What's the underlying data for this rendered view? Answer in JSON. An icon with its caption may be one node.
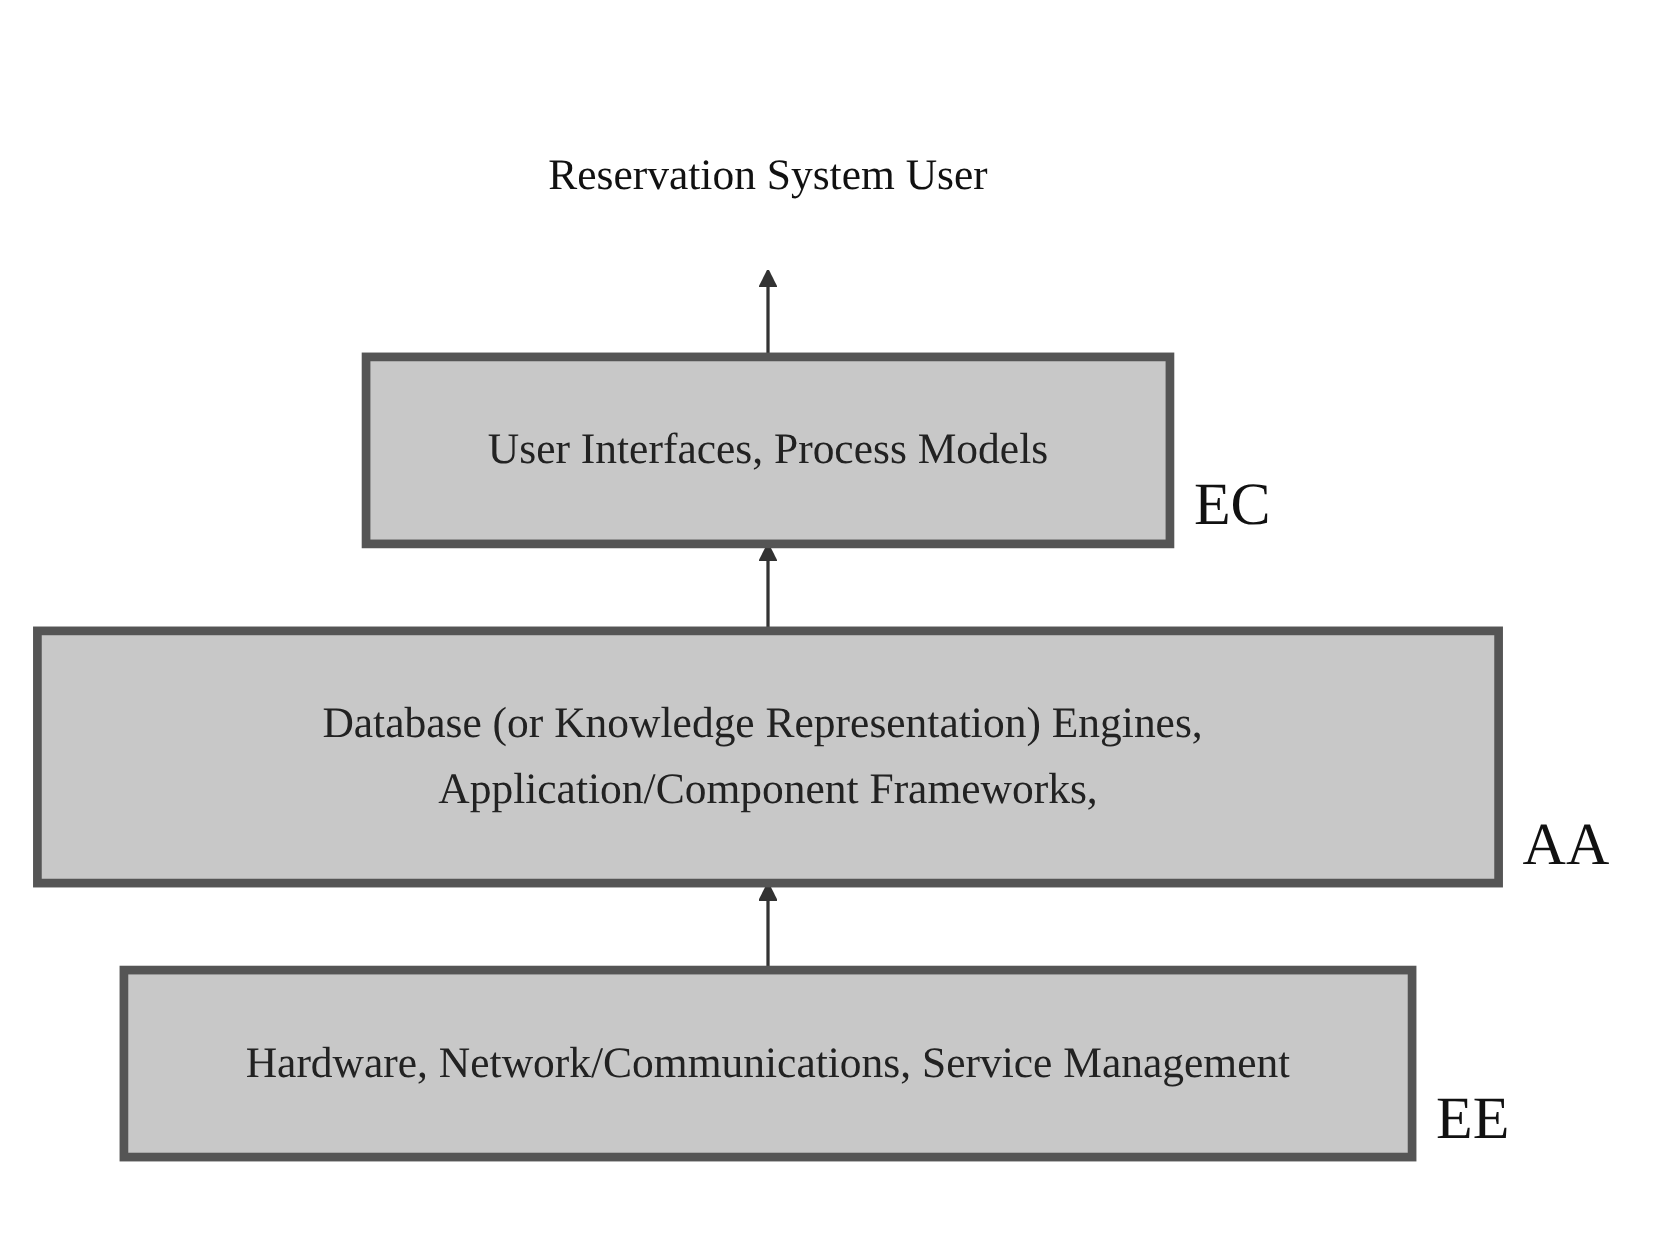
{
  "diagram": {
    "nodes": [
      {
        "text": [
          "Reservation System User"
        ]
      },
      {
        "text": [
          "User Interfaces, Process Models"
        ],
        "beside": [
          "EC"
        ]
      },
      {
        "text": [
          "Database (or Knowledge Representation) Engines, Application/Component Frameworks,"
        ],
        "beside": [
          "AA"
        ]
      },
      {
        "text": [
          "Hardware, Network/Communications, Service Management"
        ],
        "beside": [
          "EE"
        ]
      }
    ],
    "edges": [
      {
        "from": 3,
        "to": 2,
        "arrow": "to"
      },
      {
        "from": 2,
        "to": 1,
        "arrow": "to"
      },
      {
        "from": 1,
        "to": 0,
        "arrow": "to"
      }
    ]
  }
}
